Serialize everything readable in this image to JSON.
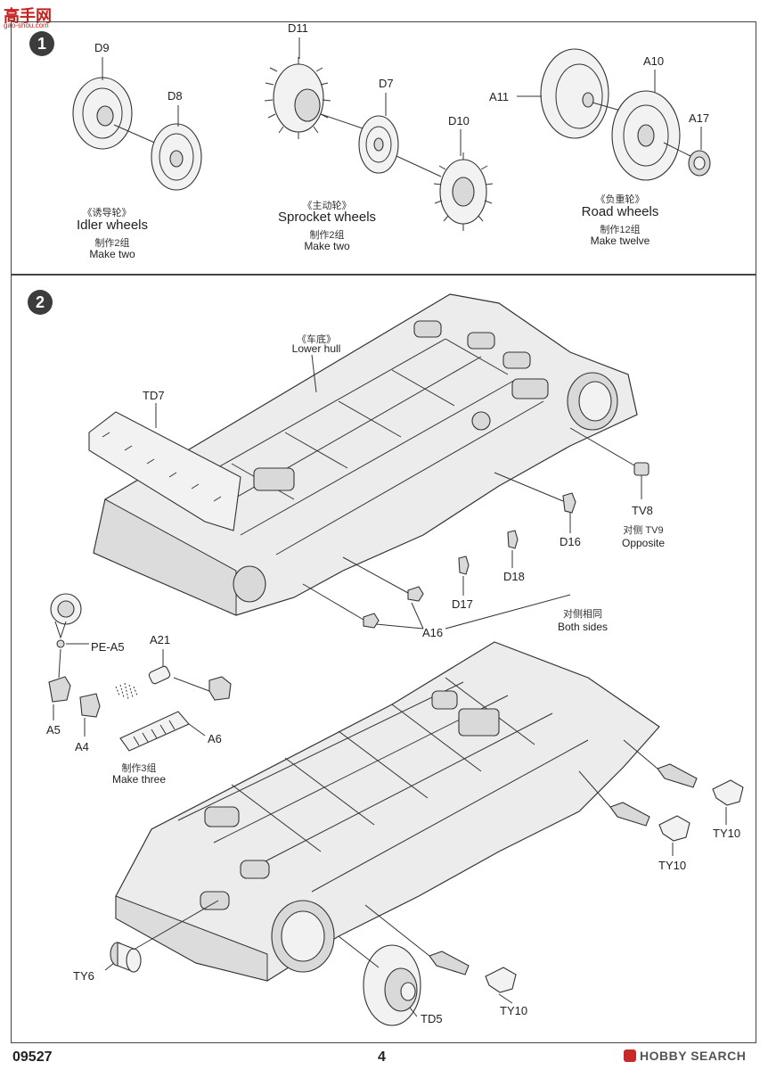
{
  "header": {
    "logo_text": "高手网",
    "logo_url": "gao-shou.com"
  },
  "step1": {
    "number": "1",
    "idler": {
      "parts": [
        "D9",
        "D8"
      ],
      "cn": "《诱导轮》",
      "en": "Idler wheels",
      "qty_cn": "制作2组",
      "qty_en": "Make two"
    },
    "sprocket": {
      "parts": [
        "D11",
        "D7",
        "D10"
      ],
      "cn": "《主动轮》",
      "en": "Sprocket wheels",
      "qty_cn": "制作2组",
      "qty_en": "Make two"
    },
    "road": {
      "parts": [
        "A10",
        "A11",
        "A17"
      ],
      "cn": "《负重轮》",
      "en": "Road wheels",
      "qty_cn": "制作12组",
      "qty_en": "Make twelve"
    }
  },
  "step2": {
    "number": "2",
    "lower_hull_cn": "《车底》",
    "lower_hull_en": "Lower hull",
    "labels": {
      "td7": "TD7",
      "tv8": "TV8",
      "opposite_cn": "对侧 TV9",
      "opposite_en": "Opposite",
      "d16": "D16",
      "d18": "D18",
      "d17": "D17",
      "a16": "A16",
      "both_cn": "对侧相同",
      "both_en": "Both sides",
      "pe_a5": "PE-A5",
      "a21": "A21",
      "a5": "A5",
      "a4": "A4",
      "a6": "A6",
      "make3_cn": "制作3组",
      "make3_en": "Make three",
      "ty10_a": "TY10",
      "ty10_b": "TY10",
      "ty10_c": "TY10",
      "ty6": "TY6",
      "td5": "TD5"
    }
  },
  "footer": {
    "kit_number": "09527",
    "page_number": "4",
    "watermark": "HOBBY SEARCH"
  }
}
